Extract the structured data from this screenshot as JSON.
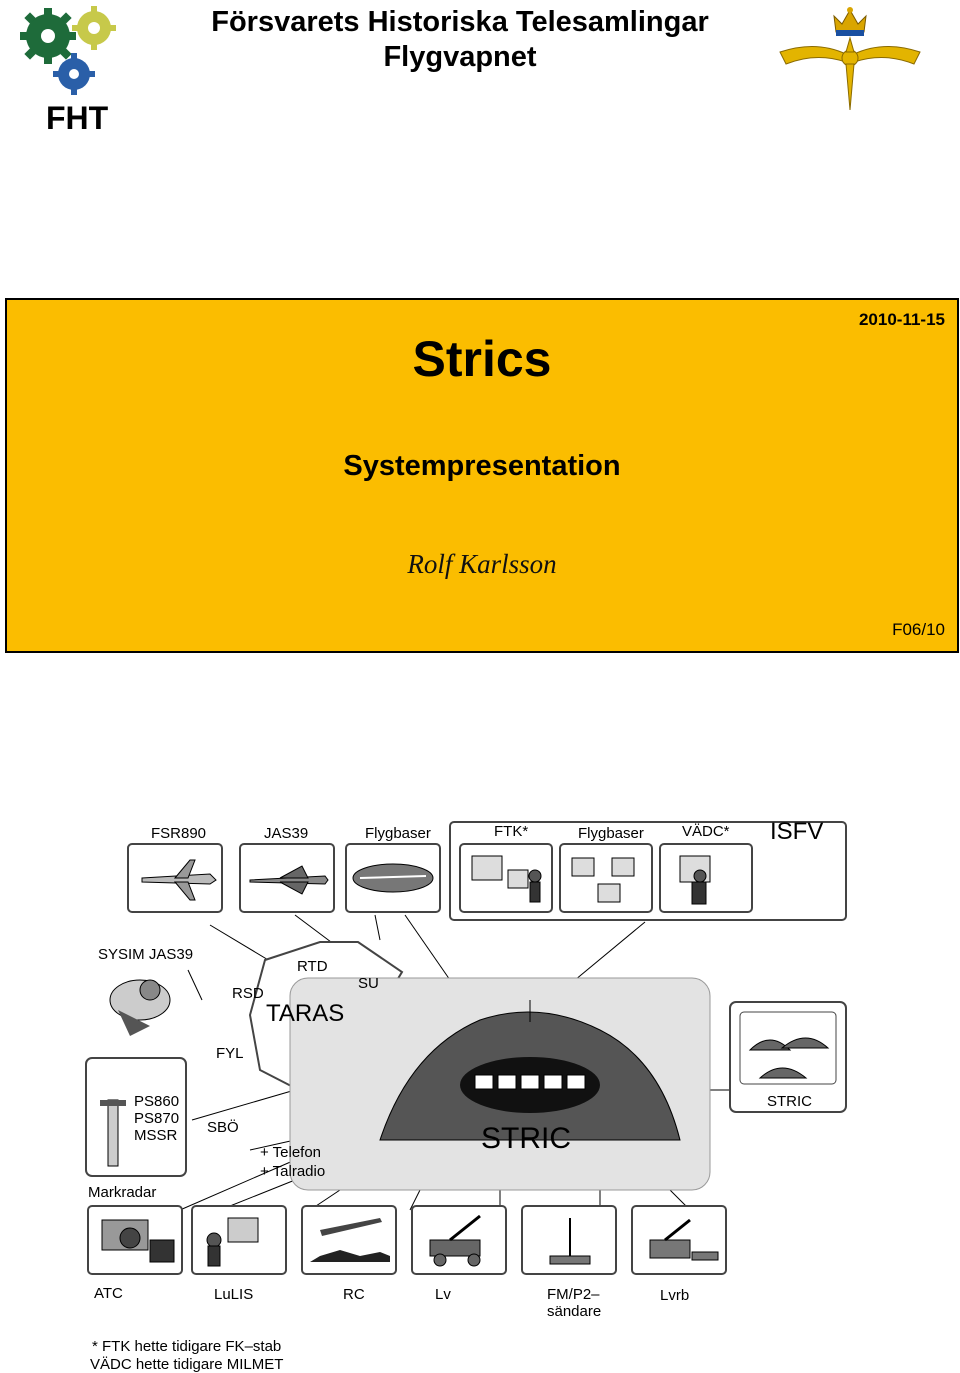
{
  "header": {
    "title_line1": "Försvarets Historiska Telesamlingar",
    "title_line2": "Flygvapnet",
    "logo_text": "FHT"
  },
  "slide": {
    "date": "2010-11-15",
    "title": "Strics",
    "subtitle": "Systempresentation",
    "author": "Rolf Karlsson",
    "code": "F06/10",
    "background_color": "#fbbd00"
  },
  "diagram": {
    "top_labels": [
      "FSR890",
      "JAS39",
      "Flygbaser",
      "FTK*",
      "Flygbaser",
      "VÄDC*",
      "ISFV"
    ],
    "sysim": "SYSIM JAS39",
    "taras_group": {
      "rtd": "RTD",
      "rsd": "RSD",
      "su": "SU",
      "taras": "TARAS",
      "fyl": "FYL"
    },
    "radar_types": "PS860\nPS870\nMSSR",
    "markradar": "Markradar",
    "sbo": "SBÖ",
    "telefon": "+ Telefon",
    "talradio": "+ Talradio",
    "center": "STRIC",
    "stric_box": "STRIC",
    "bottom_labels": [
      "ATC",
      "LuLIS",
      "RC",
      "Lv",
      "FM/P2–\nsändare",
      "Lvrb"
    ],
    "footnote_line1": "* FTK hette tidigare FK–stab",
    "footnote_line2": "VÄDC hette tidigare MILMET"
  }
}
